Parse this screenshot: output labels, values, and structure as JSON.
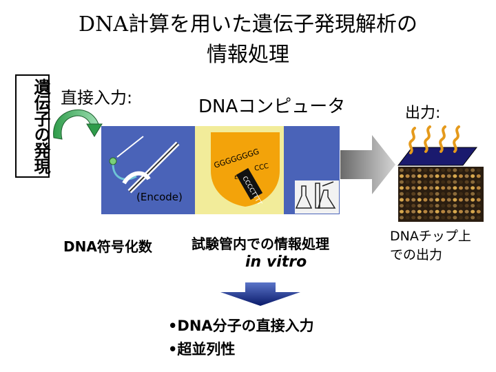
{
  "title": "DNA計算を用いた遺伝子発現解析の\n情報処理",
  "side_label": "遺伝子の発現",
  "input_label": "直接入力:",
  "computer_label": "DNAコンピュータ",
  "output_label": "出力:",
  "encode_label": "(Encode)",
  "encoding_label": "DNA符号化数",
  "processing_label": "試験管内での情報処理",
  "in_vitro_label": "in vitro",
  "chip_label": "DNAチップ上\nでの出力",
  "features": [
    "•DNA分子の直接入力",
    "•超並列性"
  ],
  "shield_seq_top": "GGGGGGGG",
  "shield_seq_mid": "CCC",
  "shield_seq_low": "CCCCTTTT",
  "colors": {
    "panel": "#4a63b8",
    "yellow": "#f2ec9a",
    "shield": "#f3a30a",
    "arrow_gray": "#8a8a8a",
    "chip_navy": "#1a1a6e",
    "dna_orange": "#e59a1c",
    "curve_green": "#2f9c4a"
  }
}
